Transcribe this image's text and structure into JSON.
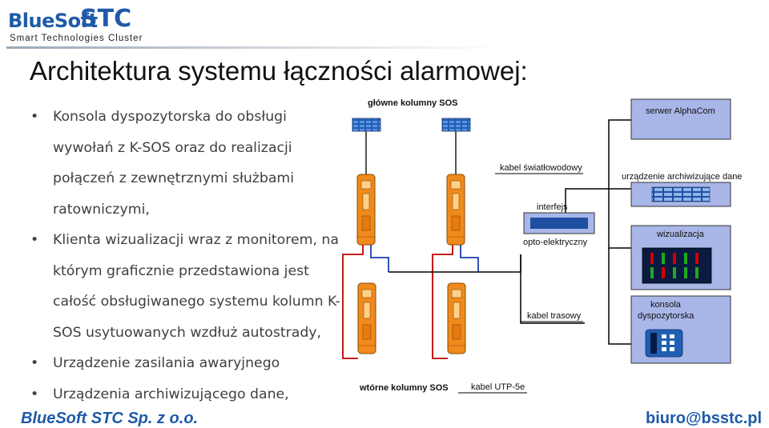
{
  "logo": {
    "word1": "BlueSoft",
    "word2": "STC",
    "tagline": "Smart Technologies Cluster",
    "brand_color": "#1e5aa8"
  },
  "slide": {
    "title": "Architektura systemu łączności alarmowej:",
    "bullets": [
      "Konsola dyspozytorska do obsługi wywołań z K-SOS oraz do realizacji połączeń z zewnętrznymi służbami ratowniczymi,",
      "Klienta wizualizacji wraz z monitorem, na którym graficznie przedstawiona jest całość obsługiwanego systemu kolumn K-SOS usytuowanych wzdłuż autostrady,",
      "Urządzenie zasilania awaryjnego",
      "Urządzenia archiwizującego dane,"
    ]
  },
  "diagram": {
    "main_columns": "główne kolumny SOS",
    "secondary_columns": "wtórne kolumny SOS",
    "utp_cable": "kabel UTP-5e",
    "fiber_cable": "kabel światłowodowy",
    "interface": "interfejs",
    "interface_type": "opto-elektryczny",
    "route_cable": "kabel trasowy",
    "server": "serwer AlphaCom",
    "archive": "urządzenie archiwizujące dane",
    "visualization": "wizualizacja",
    "console": "konsola\ndyspozytorska",
    "console_line1": "konsola",
    "console_line2": "dyspozytorska",
    "colors": {
      "column": "#f08a1c",
      "panel_blue": "#1f5fb4",
      "device_fill": "#a9b6e8",
      "wire_red": "#c00000",
      "wire_blue": "#1f3fb0",
      "wire_black": "#000000"
    }
  },
  "footer": {
    "company": "BlueSoft STC Sp. z o.o.",
    "email": "biuro@bsstc.pl"
  }
}
